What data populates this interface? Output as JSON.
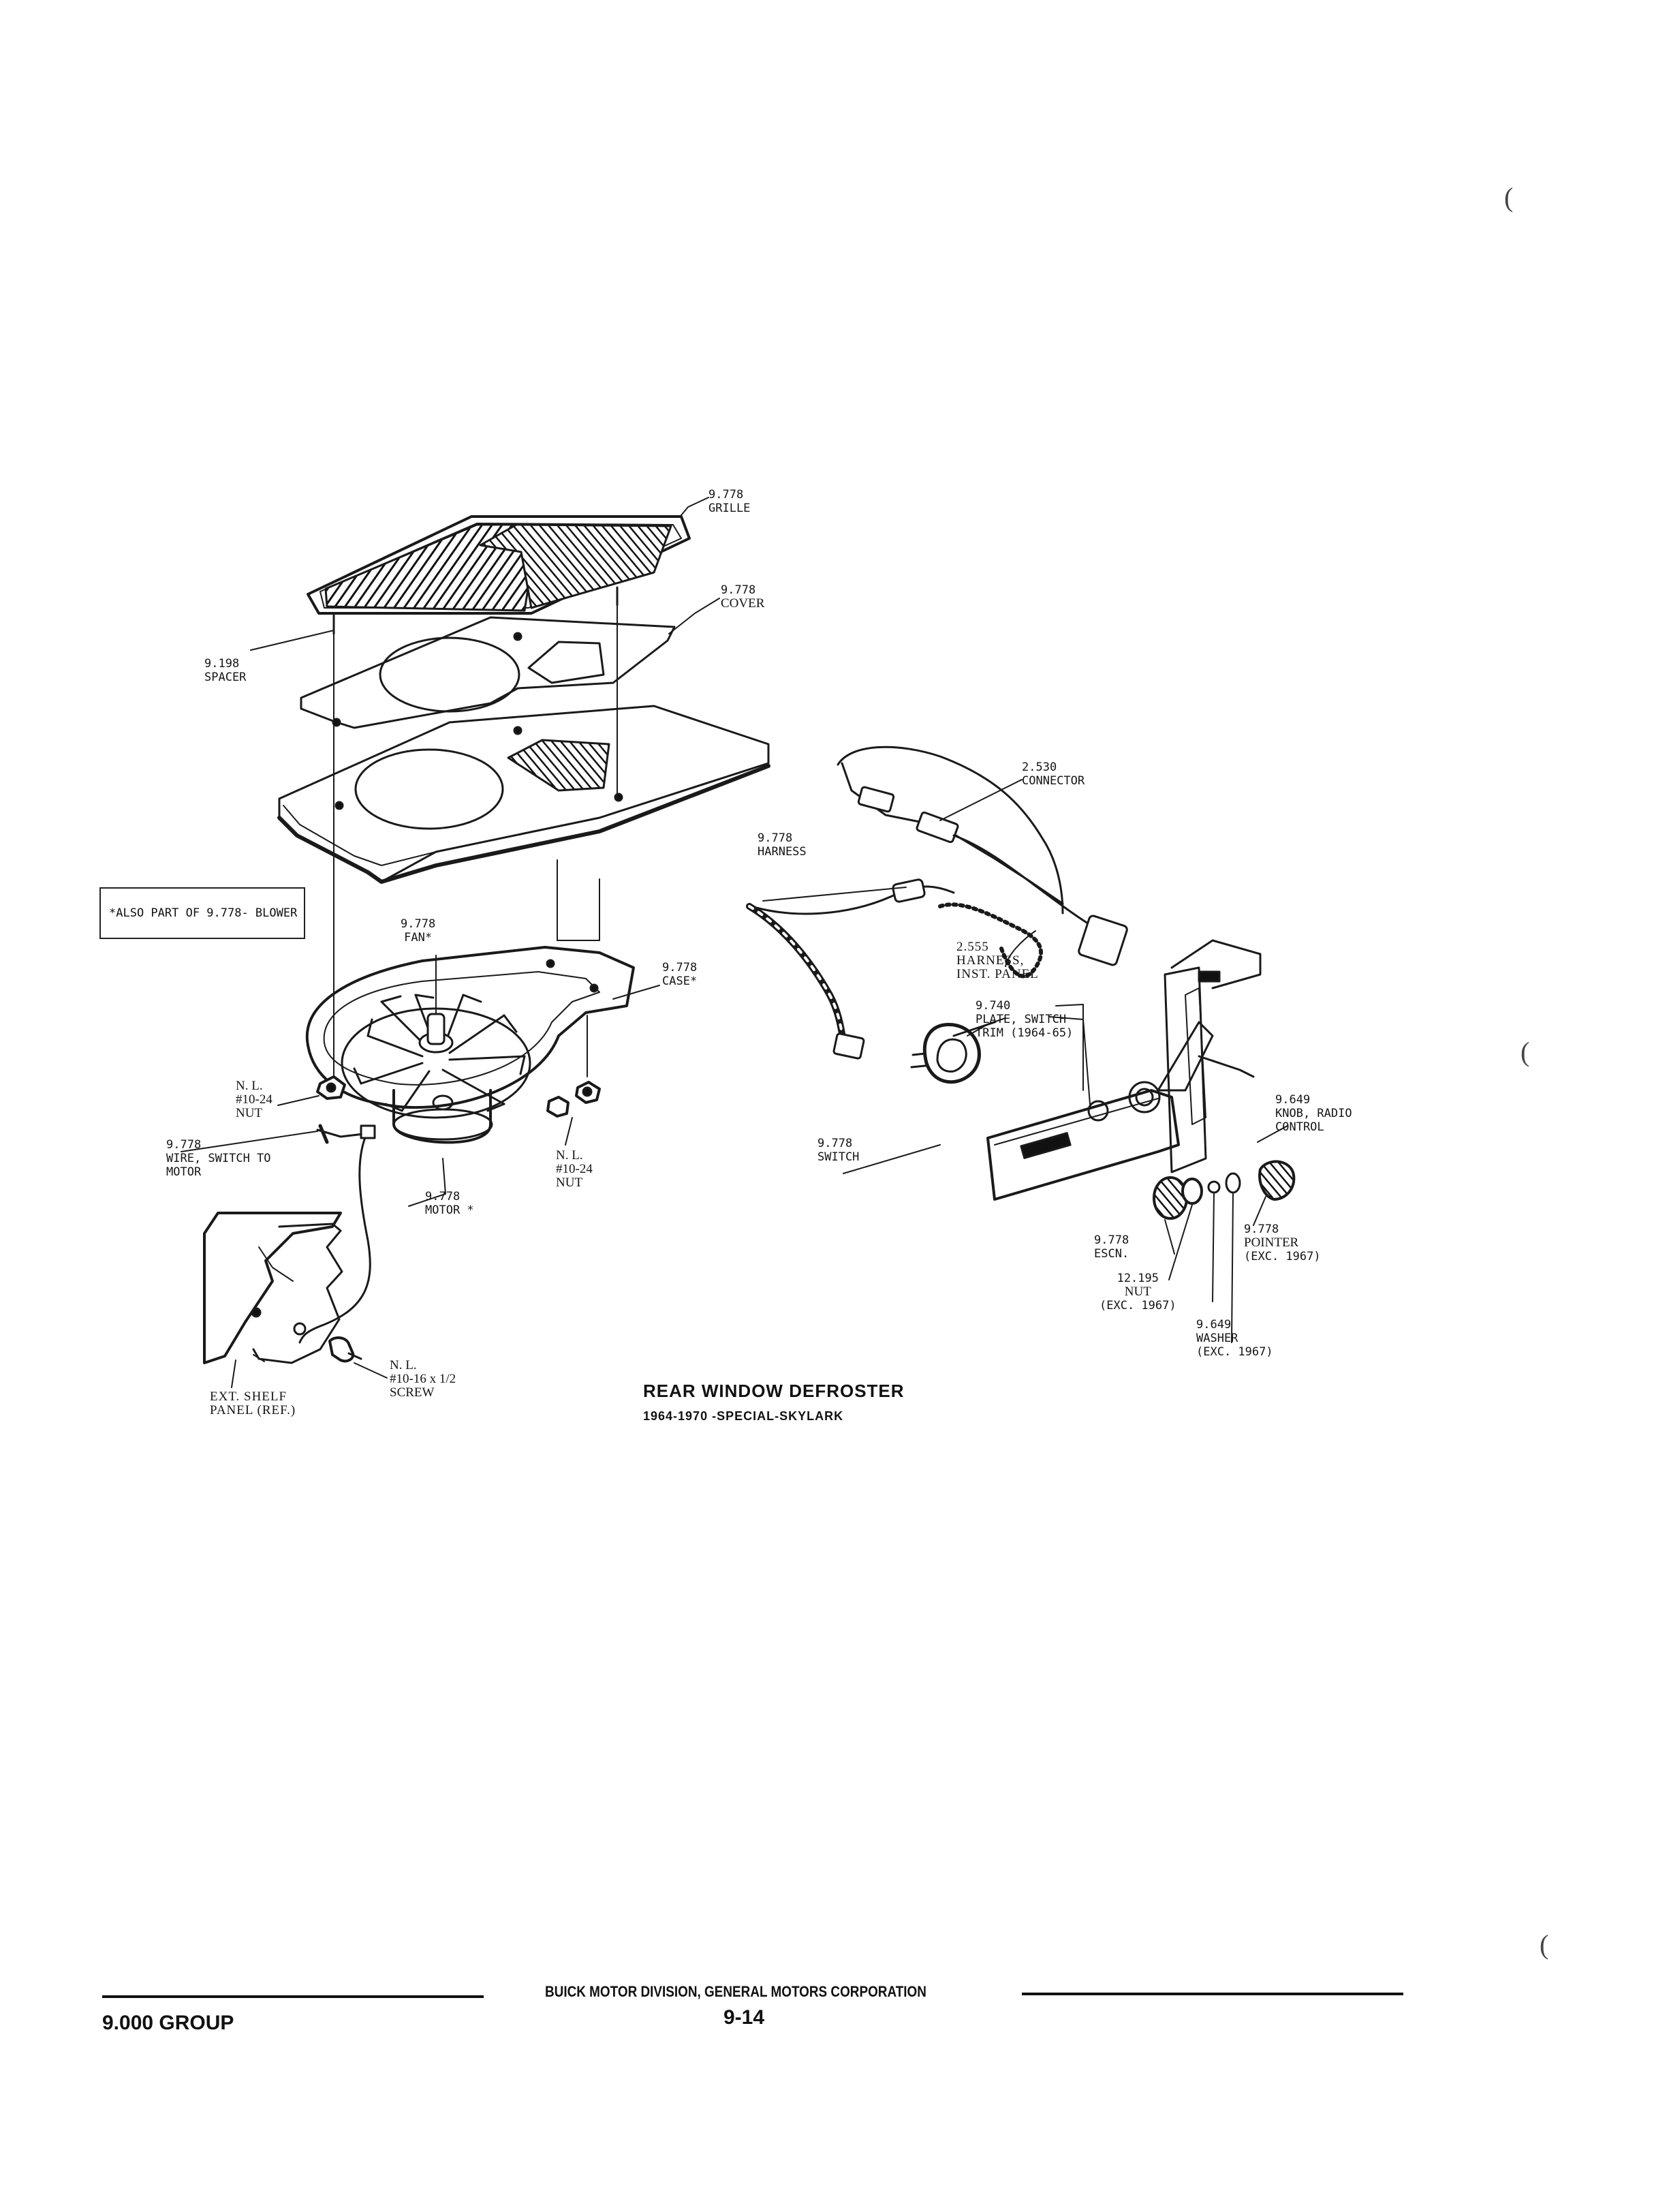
{
  "diagram": {
    "title": "REAR WINDOW DEFROSTER",
    "subtitle": "1964-1970 -SPECIAL-SKYLARK",
    "note_box": "*ALSO PART OF 9.778- BLOWER",
    "labels": {
      "grille": [
        "9.778",
        "GRILLE"
      ],
      "cover": [
        "9.778",
        "COVER"
      ],
      "spacer": [
        "9.198",
        "SPACER"
      ],
      "connector": [
        "2.530",
        "CONNECTOR"
      ],
      "harness": [
        "9.778",
        "HARNESS"
      ],
      "fan": [
        "9.778",
        "FAN*"
      ],
      "case": [
        "9.778",
        "CASE*"
      ],
      "harness_inst_panel": [
        "2.555",
        "HARNESS,",
        "INST. PANEL"
      ],
      "plate_switch_trim": [
        "9.740",
        "PLATE, SWITCH",
        "TRIM (1964-65)"
      ],
      "nut_left": [
        "N. L.",
        "#10-24",
        "NUT"
      ],
      "wire_switch_to_motor": [
        "9.778",
        "WIRE, SWITCH TO",
        "MOTOR"
      ],
      "nut_right": [
        "N. L.",
        "#10-24",
        "NUT"
      ],
      "motor": [
        "9.778",
        "MOTOR *"
      ],
      "switch": [
        "9.778",
        "SWITCH"
      ],
      "knob_radio_control": [
        "9.649",
        "KNOB, RADIO",
        "CONTROL"
      ],
      "escn": [
        "9.778",
        "ESCN."
      ],
      "pointer": [
        "9.778",
        "POINTER",
        "(EXC. 1967)"
      ],
      "nut_small": [
        "12.195",
        "NUT",
        "(EXC. 1967)"
      ],
      "washer": [
        "9.649",
        "WASHER",
        "(EXC. 1967)"
      ],
      "screw": [
        "N. L.",
        "#10-16 x 1/2",
        "SCREW"
      ],
      "ext_shelf_panel": [
        "EXT. SHELF",
        "PANEL (REF.)"
      ]
    }
  },
  "footer": {
    "division": "BUICK MOTOR DIVISION, GENERAL MOTORS CORPORATION",
    "group": "9.000 GROUP",
    "page": "9-14"
  }
}
